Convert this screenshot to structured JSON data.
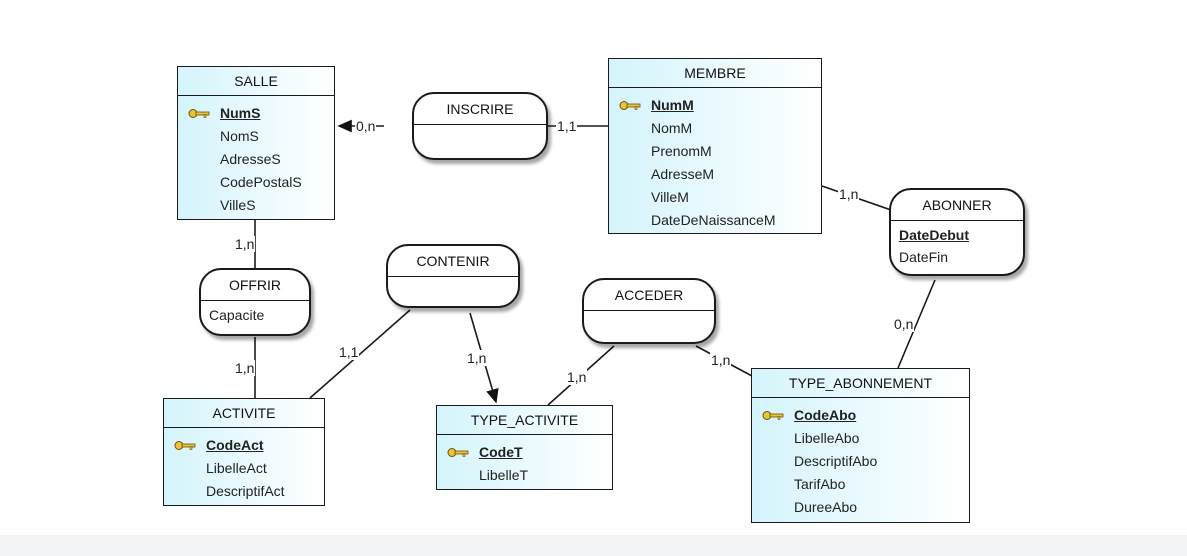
{
  "entities": {
    "salle": {
      "name": "SALLE",
      "attrs": [
        "NumS",
        "NomS",
        "AdresseS",
        "CodePostalS",
        "VilleS"
      ]
    },
    "membre": {
      "name": "MEMBRE",
      "attrs": [
        "NumM",
        "NomM",
        "PrenomM",
        "AdresseM",
        "VilleM",
        "DateDeNaissanceM"
      ]
    },
    "activite": {
      "name": "ACTIVITE",
      "attrs": [
        "CodeAct",
        "LibelleAct",
        "DescriptifAct"
      ]
    },
    "type_activite": {
      "name": "TYPE_ACTIVITE",
      "attrs": [
        "CodeT",
        "LibelleT"
      ]
    },
    "type_abonnement": {
      "name": "TYPE_ABONNEMENT",
      "attrs": [
        "CodeAbo",
        "LibelleAbo",
        "DescriptifAbo",
        "TarifAbo",
        "DureeAbo"
      ]
    }
  },
  "associations": {
    "inscrire": {
      "name": "INSCRIRE",
      "attrs": []
    },
    "abonner": {
      "name": "ABONNER",
      "attrs": [
        "DateDebut",
        "DateFin"
      ]
    },
    "offrir": {
      "name": "OFFRIR",
      "attrs": [
        "Capacite"
      ]
    },
    "contenir": {
      "name": "CONTENIR",
      "attrs": []
    },
    "acceder": {
      "name": "ACCEDER",
      "attrs": []
    }
  },
  "cardinalities": {
    "salle_inscrire": "0,n",
    "membre_inscrire": "1,1",
    "membre_abonner": "1,n",
    "abonner_typeabo": "0,n",
    "salle_offrir": "1,n",
    "activite_offrir": "1,n",
    "activite_contenir": "1,1",
    "typeact_contenir": "1,n",
    "typeact_acceder": "1,n",
    "typeabo_acceder": "1,n"
  },
  "colors": {
    "entity_fill": "#d4f4fb",
    "key_icon": "#e8c43a",
    "line": "#1a1a1a"
  },
  "icons": {
    "primary_key": "key-icon"
  }
}
